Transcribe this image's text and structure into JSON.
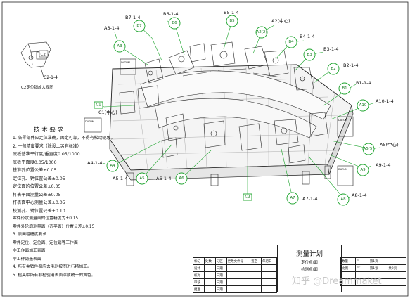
{
  "detail_view": {
    "c2_tag": "C2",
    "c2_ref": "C2-1-4",
    "caption": "C2定位销放大视图"
  },
  "callouts": [
    {
      "id": "b7",
      "text": "B7-1-4"
    },
    {
      "id": "b6",
      "text": "B6-1-4"
    },
    {
      "id": "b5",
      "text": "B5-1-4"
    },
    {
      "id": "a2",
      "text": "A2(中心)"
    },
    {
      "id": "a3",
      "text": "A3-1-4"
    },
    {
      "id": "b4",
      "text": "B4-1-4"
    },
    {
      "id": "b3",
      "text": "B3-1-4"
    },
    {
      "id": "b2",
      "text": "B2-1-4"
    },
    {
      "id": "b1",
      "text": "B1-1-4"
    },
    {
      "id": "a10",
      "text": "A10-1-4"
    },
    {
      "id": "a5c",
      "text": "A5(中心)"
    },
    {
      "id": "a9",
      "text": "A9-1-4"
    },
    {
      "id": "a8",
      "text": "A8-1-4"
    },
    {
      "id": "a7",
      "text": "A7-1-4"
    },
    {
      "id": "a6",
      "text": "A6-1-4"
    },
    {
      "id": "a5",
      "text": "A5-1-4"
    },
    {
      "id": "a4",
      "text": "A4-1-4"
    },
    {
      "id": "c1",
      "text": "C1(中心)"
    }
  ],
  "bubbles": [
    {
      "id": "b7",
      "text": "B7"
    },
    {
      "id": "b6",
      "text": "B6"
    },
    {
      "id": "b5",
      "text": "B5"
    },
    {
      "id": "a2",
      "text": "A2(2)"
    },
    {
      "id": "a3",
      "text": "A3"
    },
    {
      "id": "b4",
      "text": "B4"
    },
    {
      "id": "b3",
      "text": "B3"
    },
    {
      "id": "b2",
      "text": "B2"
    },
    {
      "id": "b1",
      "text": "B1"
    },
    {
      "id": "a10",
      "text": "A10"
    },
    {
      "id": "a5c",
      "text": "A5(5)"
    },
    {
      "id": "a9",
      "text": "A9"
    },
    {
      "id": "a8",
      "text": "A8"
    },
    {
      "id": "a7",
      "text": "A7"
    },
    {
      "id": "a6",
      "text": "A6"
    },
    {
      "id": "a5",
      "text": "A5"
    },
    {
      "id": "a4",
      "text": "A4"
    }
  ],
  "square_tags": {
    "c1": "C1",
    "c2": "C2"
  },
  "datum_tag": "DATUM",
  "notes": {
    "heading": "技 术 要 求",
    "lines": [
      "1. 各零部件应定位准确，固定可靠，不得有松动现象。",
      "2. 一般精度要求（除设上另有标准）",
      "   底板基准平行度/垂直度0.05/1000",
      "   底板平面度0.05/1000",
      "   基准孔位置公差±0.05",
      "   定位孔、销位置公差±0.05",
      "   定位面的位置公差±0.05",
      "   打表平面测量公差±0.05",
      "   打表面中心测量公差±0.05",
      "   校测孔、销位置公差±0.10",
      "   零件形状测量面的位置精度为±0.15",
      "   零件外轮廓测量面（齐平面）位置公差±0.15",
      "3. 表面粗糙度要求",
      "   零件定位、定位面、定位销等工作面",
      "   非工作面加工表面",
      "   非工作铸造表面",
      "4. 所有夹销件都应去毛刺按图进行精加工。",
      "5. 检具中所有非检验用表面涂成统一的黄色。"
    ]
  },
  "title_block": {
    "title": "测量计划",
    "sub1": "定位点/面",
    "sub2": "检测点/面",
    "qty_label": "数量",
    "qty_value": "1",
    "sheet_label": "第1页",
    "scale_label": "比例",
    "scale_value": "1:1",
    "total_label": "共2页",
    "page_label": "第1张",
    "rev_headers": [
      "标记",
      "处数",
      "分区",
      "更改文件号",
      "签名",
      "年月日"
    ],
    "roles": [
      "设计",
      "校对",
      "审核",
      "批准"
    ],
    "date_cells": [
      "日期",
      "日期",
      "日期",
      "日期"
    ]
  },
  "watermark": "知乎 @Dreammaket"
}
